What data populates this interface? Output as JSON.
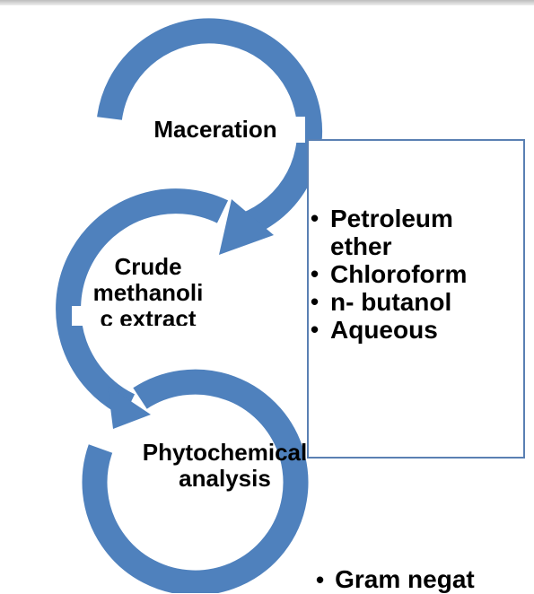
{
  "nodes": {
    "maceration": "Maceration",
    "crude_line1": "Crude",
    "crude_line2": "methanoli",
    "crude_line3": "c extract",
    "phyto_line1": "Phytochemical",
    "phyto_line2": "analysis"
  },
  "solvents": [
    "Petroleum",
    "ether",
    "Chloroform",
    "n- butanol",
    "Aqueous"
  ],
  "footer_item": "Gram negat",
  "colors": {
    "arrow": "#4f81bd",
    "box_border": "#5a80b3"
  }
}
